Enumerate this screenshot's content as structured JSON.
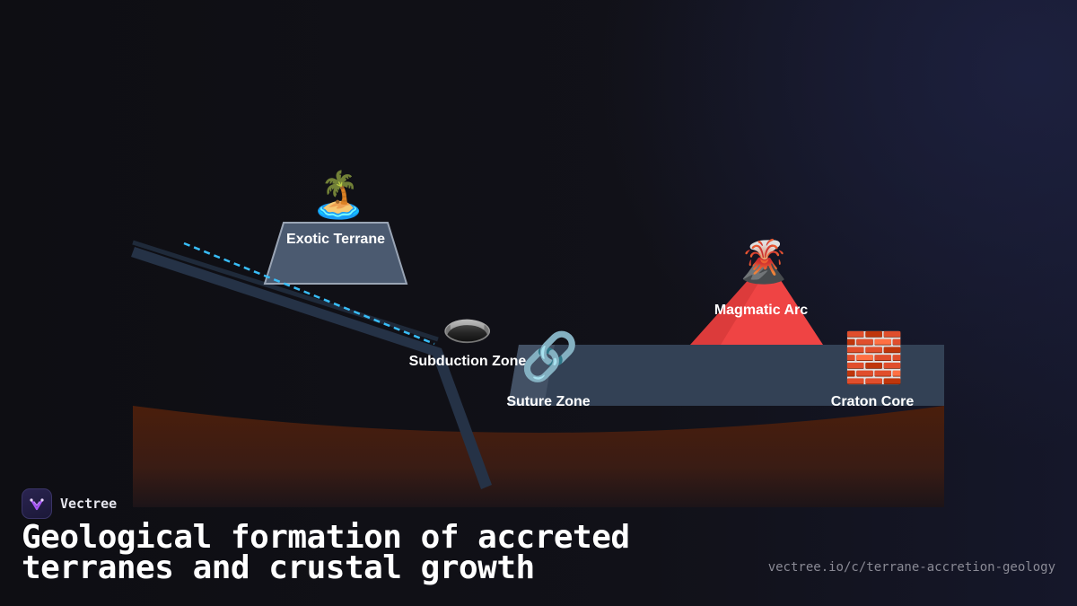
{
  "brand": {
    "name": "Vectree",
    "logo_icon": "vectree-logo-icon"
  },
  "title": "Geological formation of accreted terranes and crustal growth",
  "url": "vectree.io/c/terrane-accretion-geology",
  "diagram": {
    "labels": {
      "exotic_terrane": "Exotic Terrane",
      "subduction_zone": "Subduction Zone",
      "suture_zone": "Suture Zone",
      "magmatic_arc": "Magmatic Arc",
      "craton_core": "Craton Core"
    },
    "icons": {
      "exotic_terrane": "🏝️",
      "subduction_zone": "🕳️",
      "suture_zone": "🔗",
      "magmatic_arc": "🌋",
      "craton_core": "🧱"
    },
    "colors": {
      "mantle": "#3d1a0f",
      "continental_crust": "#334155",
      "oceanic_slab": "#253246",
      "terrane": "#4b5a70",
      "magmatic_arc": "#ef4444",
      "motion_arrow": "#38bdf8",
      "background": "#0f0f14"
    }
  }
}
